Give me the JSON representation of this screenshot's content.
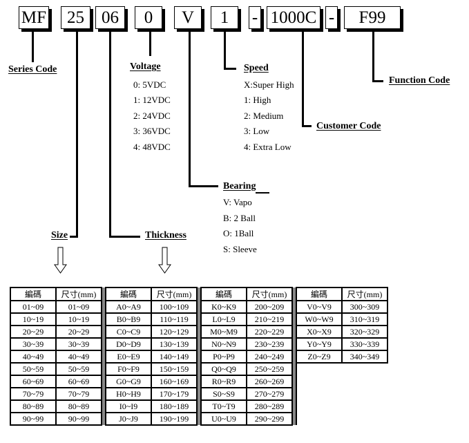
{
  "code_segments": [
    {
      "id": "series",
      "text": "MF"
    },
    {
      "id": "size",
      "text": "25"
    },
    {
      "id": "thickness",
      "text": "06"
    },
    {
      "id": "voltage",
      "text": "0"
    },
    {
      "id": "bearing",
      "text": "V"
    },
    {
      "id": "speed",
      "text": "1"
    },
    {
      "id": "dash1",
      "text": "-"
    },
    {
      "id": "customer",
      "text": "1000C"
    },
    {
      "id": "dash2",
      "text": "-"
    },
    {
      "id": "function",
      "text": "F99"
    }
  ],
  "labels": {
    "series": "Series Code",
    "voltage": "Voltage",
    "speed": "Speed",
    "function": "Function Code",
    "customer": "Customer Code",
    "bearing": "Bearing",
    "size": "Size",
    "thickness": "Thickness"
  },
  "voltage_options": [
    "0: 5VDC",
    "1: 12VDC",
    "2: 24VDC",
    "3: 36VDC",
    "4: 48VDC"
  ],
  "speed_options": [
    "X:Super High",
    "1: High",
    "2: Medium",
    "3: Low",
    "4: Extra Low"
  ],
  "bearing_options": [
    "V: Vapo",
    "B: 2 Ball",
    "O: 1Ball",
    "S: Sleeve"
  ],
  "size_table": {
    "header": {
      "code": "編碼",
      "size": "尺寸(mm)"
    },
    "groups": [
      [
        [
          "01~09",
          "01~09"
        ],
        [
          "10~19",
          "10~19"
        ],
        [
          "20~29",
          "20~29"
        ],
        [
          "30~39",
          "30~39"
        ],
        [
          "40~49",
          "40~49"
        ],
        [
          "50~59",
          "50~59"
        ],
        [
          "60~69",
          "60~69"
        ],
        [
          "70~79",
          "70~79"
        ],
        [
          "80~89",
          "80~89"
        ],
        [
          "90~99",
          "90~99"
        ]
      ],
      [
        [
          "A0~A9",
          "100~109"
        ],
        [
          "B0~B9",
          "110~119"
        ],
        [
          "C0~C9",
          "120~129"
        ],
        [
          "D0~D9",
          "130~139"
        ],
        [
          "E0~E9",
          "140~149"
        ],
        [
          "F0~F9",
          "150~159"
        ],
        [
          "G0~G9",
          "160~169"
        ],
        [
          "H0~H9",
          "170~179"
        ],
        [
          "I0~I9",
          "180~189"
        ],
        [
          "J0~J9",
          "190~199"
        ]
      ],
      [
        [
          "K0~K9",
          "200~209"
        ],
        [
          "L0~L9",
          "210~219"
        ],
        [
          "M0~M9",
          "220~229"
        ],
        [
          "N0~N9",
          "230~239"
        ],
        [
          "P0~P9",
          "240~249"
        ],
        [
          "Q0~Q9",
          "250~259"
        ],
        [
          "R0~R9",
          "260~269"
        ],
        [
          "S0~S9",
          "270~279"
        ],
        [
          "T0~T9",
          "280~289"
        ],
        [
          "U0~U9",
          "290~299"
        ]
      ],
      [
        [
          "V0~V9",
          "300~309"
        ],
        [
          "W0~W9",
          "310~319"
        ],
        [
          "X0~X9",
          "320~329"
        ],
        [
          "Y0~Y9",
          "330~339"
        ],
        [
          "Z0~Z9",
          "340~349"
        ]
      ]
    ]
  }
}
